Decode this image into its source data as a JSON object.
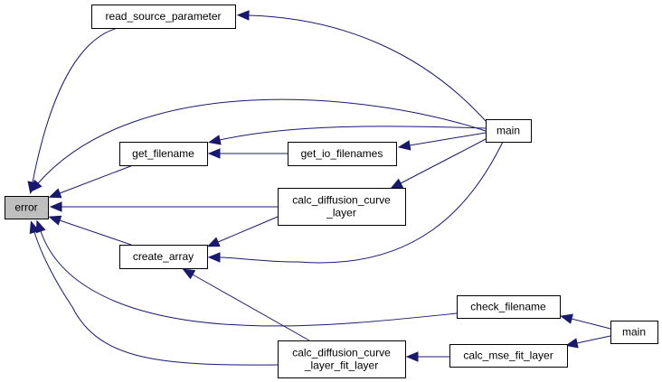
{
  "diagram": {
    "type": "call-graph",
    "edge_color": "#191970",
    "focus_fill": "#bfbfbf",
    "nodes": [
      {
        "id": "error",
        "label": [
          "error"
        ],
        "focus": true
      },
      {
        "id": "read_source_parameter",
        "label": [
          "read_source_parameter"
        ]
      },
      {
        "id": "get_filename",
        "label": [
          "get_filename"
        ]
      },
      {
        "id": "create_array",
        "label": [
          "create_array"
        ]
      },
      {
        "id": "get_io_filenames",
        "label": [
          "get_io_filenames"
        ]
      },
      {
        "id": "calc_diffusion_curve_layer",
        "label": [
          "calc_diffusion_curve",
          "_layer"
        ]
      },
      {
        "id": "main1",
        "label": [
          "main"
        ]
      },
      {
        "id": "check_filename",
        "label": [
          "check_filename"
        ]
      },
      {
        "id": "calc_diffusion_curve_layer_fit_layer",
        "label": [
          "calc_diffusion_curve",
          "_layer_fit_layer"
        ]
      },
      {
        "id": "calc_mse_fit_layer",
        "label": [
          "calc_mse_fit_layer"
        ]
      },
      {
        "id": "main2",
        "label": [
          "main"
        ]
      }
    ],
    "edges": [
      {
        "from": "read_source_parameter",
        "to": "error"
      },
      {
        "from": "main1",
        "to": "error"
      },
      {
        "from": "get_filename",
        "to": "error"
      },
      {
        "from": "calc_diffusion_curve_layer",
        "to": "error"
      },
      {
        "from": "create_array",
        "to": "error"
      },
      {
        "from": "check_filename",
        "to": "error"
      },
      {
        "from": "calc_diffusion_curve_layer_fit_layer",
        "to": "error"
      },
      {
        "from": "main1",
        "to": "read_source_parameter"
      },
      {
        "from": "main1",
        "to": "get_filename"
      },
      {
        "from": "get_io_filenames",
        "to": "get_filename"
      },
      {
        "from": "main1",
        "to": "get_io_filenames"
      },
      {
        "from": "main1",
        "to": "calc_diffusion_curve_layer"
      },
      {
        "from": "calc_diffusion_curve_layer",
        "to": "create_array"
      },
      {
        "from": "main1",
        "to": "create_array"
      },
      {
        "from": "calc_diffusion_curve_layer_fit_layer",
        "to": "create_array"
      },
      {
        "from": "main2",
        "to": "check_filename"
      },
      {
        "from": "calc_mse_fit_layer",
        "to": "calc_diffusion_curve_layer_fit_layer"
      },
      {
        "from": "main2",
        "to": "calc_mse_fit_layer"
      }
    ]
  }
}
